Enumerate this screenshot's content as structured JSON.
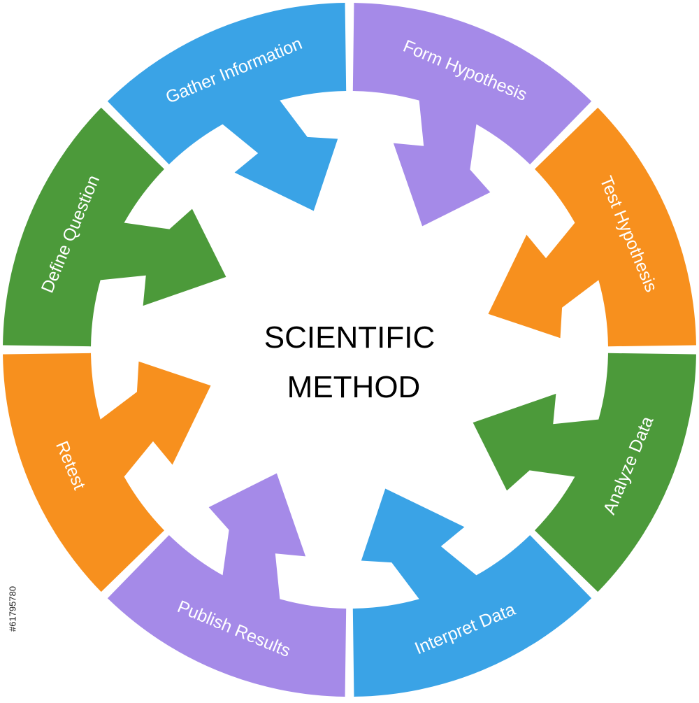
{
  "diagram": {
    "center_lines": [
      "SCIENTIFIC",
      "METHOD"
    ],
    "segments": [
      {
        "label": "Form Hypothesis",
        "color": "#a58ae8"
      },
      {
        "label": "Test Hypothesis",
        "color": "#f7901e"
      },
      {
        "label": "Analyze Data",
        "color": "#4c9a3a"
      },
      {
        "label": "Interpret Data",
        "color": "#3aa3e6"
      },
      {
        "label": "Publish Results",
        "color": "#a58ae8"
      },
      {
        "label": "Retest",
        "color": "#f7901e"
      },
      {
        "label": "Define Question",
        "color": "#4c9a3a"
      },
      {
        "label": "Gather Information",
        "color": "#3aa3e6"
      }
    ]
  },
  "watermark": {
    "stock_id": "#61795780"
  }
}
